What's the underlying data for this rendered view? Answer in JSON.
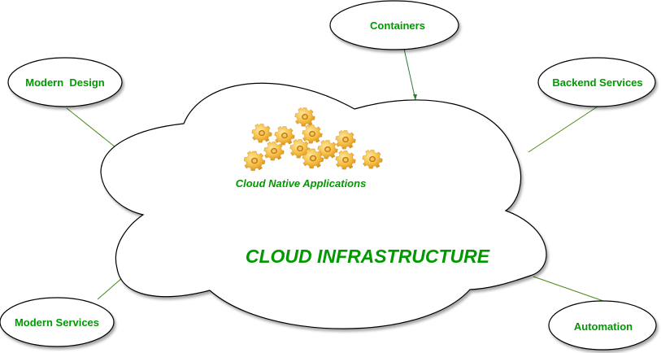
{
  "diagram": {
    "center": {
      "title": "CLOUD INFRASTRUCTURE",
      "subtitle": "Cloud Native Applications",
      "icon": "gears-icon"
    },
    "nodes": [
      {
        "id": "modern-design",
        "label": "Modern  Design"
      },
      {
        "id": "containers",
        "label": "Containers"
      },
      {
        "id": "backend-services",
        "label": "Backend Services"
      },
      {
        "id": "modern-services",
        "label": "Modern Services"
      },
      {
        "id": "automation",
        "label": "Automation"
      }
    ],
    "colors": {
      "text": "#009900",
      "connector": "#4a8a1c",
      "outline": "#000000",
      "gear": "#f0b030"
    }
  }
}
